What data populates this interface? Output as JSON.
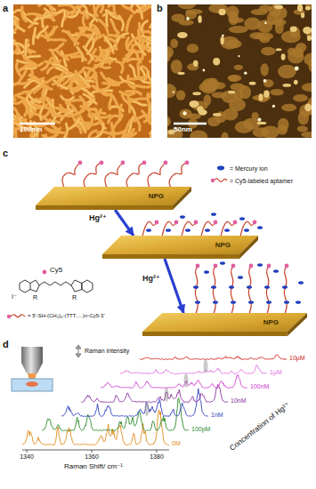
{
  "diagram": {
    "nodes": [
      {
        "text": [
          "NPG"
        ]
      },
      {
        "text": [
          "NPG"
        ]
      },
      {
        "text": [
          "NPG"
        ]
      }
    ],
    "edges": [
      {
        "from": 0,
        "to": 1,
        "arrow": "to",
        "label": "Hg²⁺"
      },
      {
        "from": 1,
        "to": 2,
        "arrow": "to",
        "label": "Hg²⁺"
      }
    ],
    "labels": [
      "a",
      "b",
      "100nm",
      "50nm",
      "c",
      "Cy5",
      "I⁻",
      "R",
      "R",
      "= 5'-SH-(CH₂)₆-(TTT.....)n-Cy5-3'",
      "d",
      "Raman intensity",
      "0M",
      "100pM",
      "1nM",
      "10nM",
      "100nM",
      "1μM",
      "10μM",
      "1340",
      "1360",
      "1380",
      "Raman Shift/ cm⁻¹",
      "Concentration of Hg²⁺"
    ],
    "legend": [
      {
        "text": "= Mercury ion"
      },
      {
        "text": "= Cy5-labeled aptamer"
      }
    ]
  }
}
